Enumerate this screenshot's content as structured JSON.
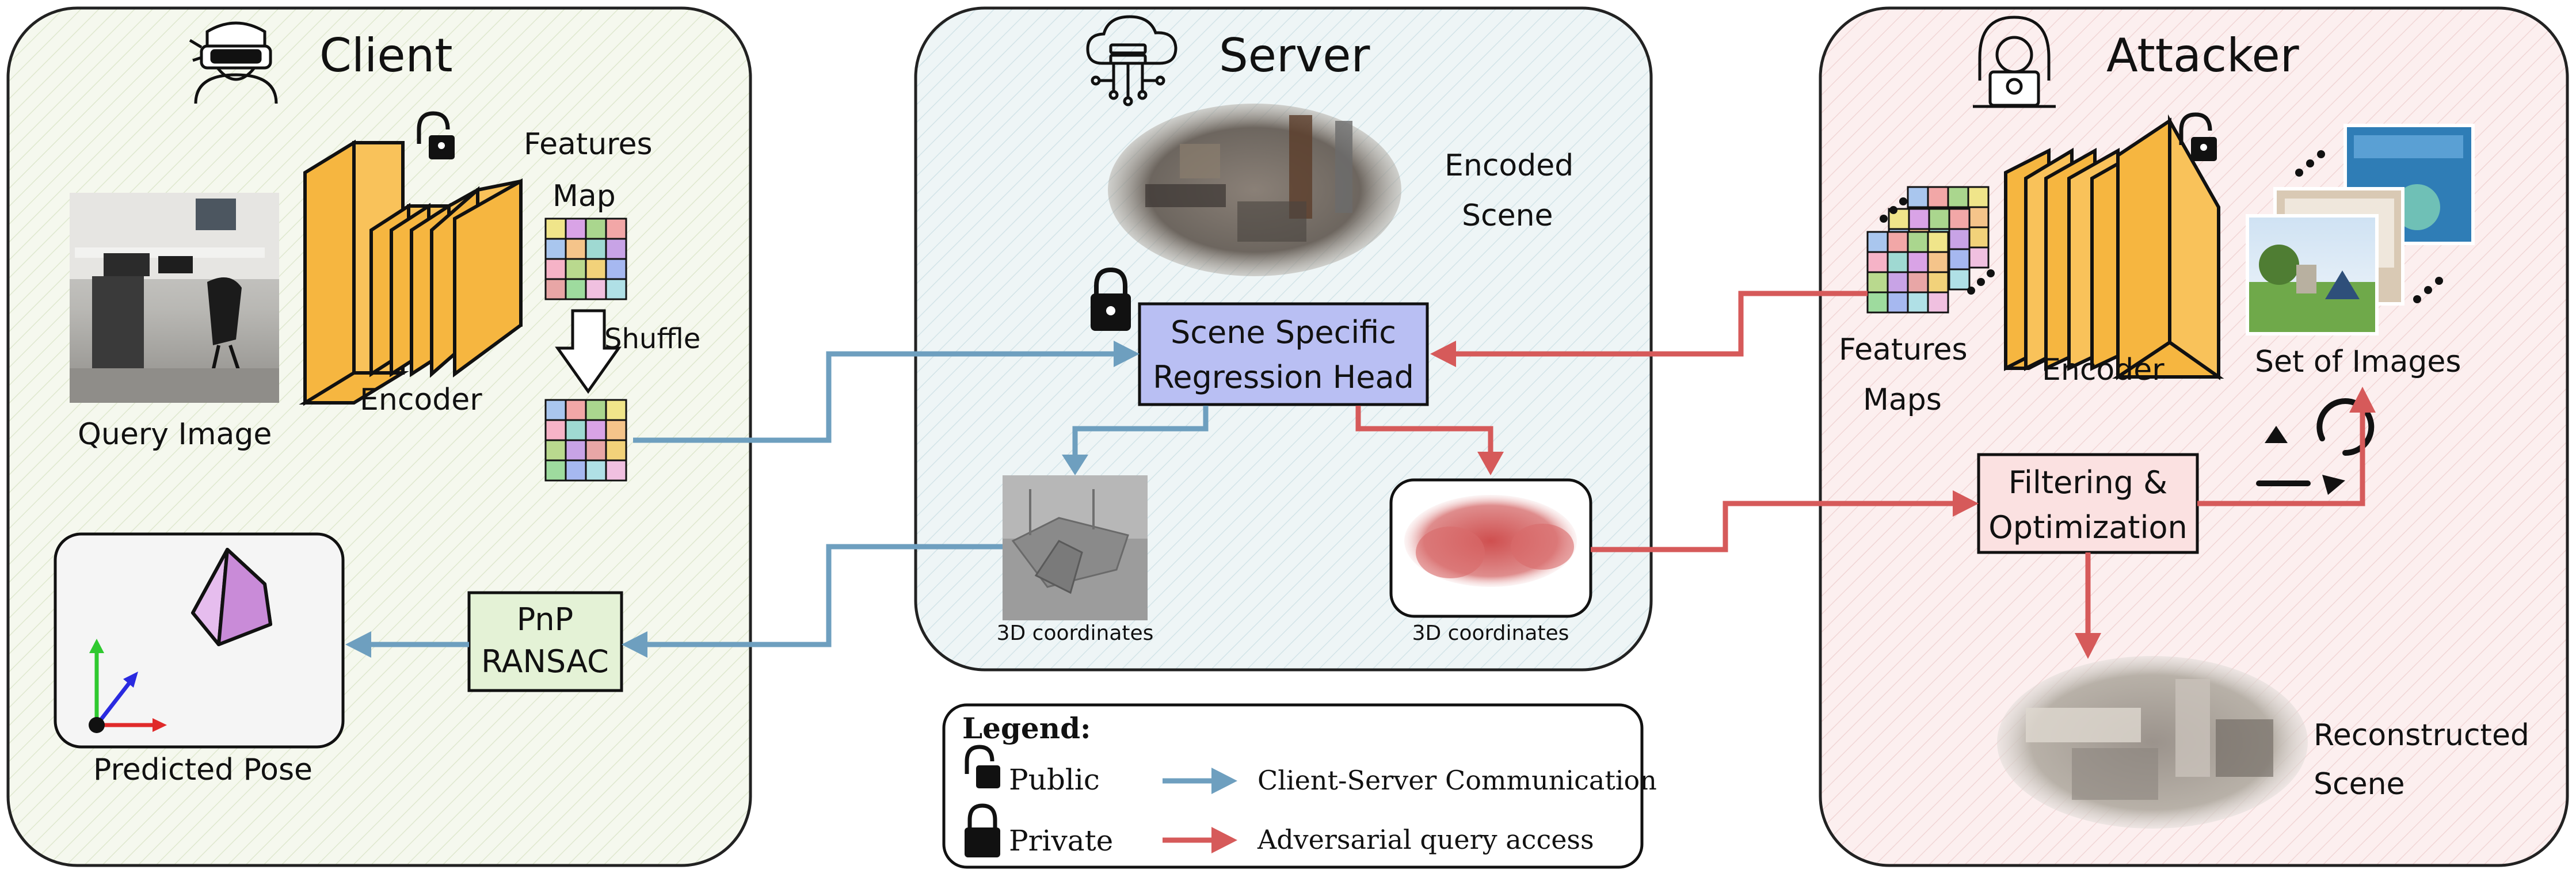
{
  "panels": {
    "client": "Client",
    "server": "Server",
    "attacker": "Attacker"
  },
  "client": {
    "query_image": "Query Image",
    "encoder": "Encoder",
    "features_map_line1": "Features",
    "features_map_line2": "Map",
    "shuffle": "Shuffle",
    "pnp_line1": "PnP",
    "pnp_line2": "RANSAC",
    "predicted_pose": "Predicted Pose"
  },
  "server": {
    "encoded_scene_line1": "Encoded",
    "encoded_scene_line2": "Scene",
    "head_line1": "Scene Specific",
    "head_line2": "Regression Head",
    "coords_left": "3D coordinates",
    "coords_right": "3D coordinates"
  },
  "attacker": {
    "features_maps_line1": "Features",
    "features_maps_line2": "Maps",
    "encoder": "Encoder",
    "set_of_images": "Set of Images",
    "filter_line1": "Filtering &",
    "filter_line2": "Optimization",
    "reconstructed_line1": "Reconstructed",
    "reconstructed_line2": "Scene"
  },
  "legend": {
    "title": "Legend:",
    "public": "Public",
    "private": "Private",
    "client_server": "Client-Server Communication",
    "adversarial": "Adversarial query access"
  },
  "colors": {
    "blue_arrow": "#6e9fbf",
    "red_arrow": "#d65a5a",
    "client_bg": "#f4f7ec",
    "server_bg": "#edf4f5",
    "attacker_bg": "#fbeeee",
    "encoder_orange": "#f6b640",
    "head_fill": "#b9bff3",
    "pnp_fill": "#e4f2d6",
    "filter_fill": "#fbe1e1"
  },
  "icons": [
    "vr-headset-user-icon",
    "cloud-server-icon",
    "hacker-icon",
    "lock-open-icon",
    "lock-closed-icon",
    "rotate-icon",
    "axes-icon",
    "camera-frustum-icon"
  ]
}
